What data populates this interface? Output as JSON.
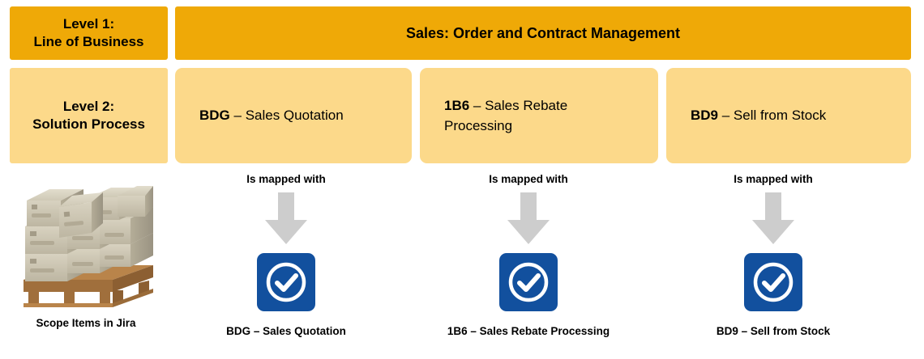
{
  "levels": {
    "level1": {
      "label": "Level 1:\nLine of Business",
      "label_line1": "Level 1:",
      "label_line2": "Line of Business",
      "value": "Sales: Order and Contract Management",
      "color": "#EFA907"
    },
    "level2": {
      "label_line1": "Level 2:",
      "label_line2": "Solution Process",
      "color": "#FCD98A",
      "items": [
        {
          "code": "BDG",
          "separator": " – ",
          "name": "Sales Quotation"
        },
        {
          "code": "1B6",
          "separator": " – ",
          "name": "Sales Rebate Processing"
        },
        {
          "code": "BD9",
          "separator": " – ",
          "name": "Sell from Stock"
        }
      ]
    }
  },
  "mapping": {
    "relation_label": "Is mapped with",
    "arrow_color": "#CDCDCD",
    "tile_color": "#12509E",
    "tile_icon": "check-circle-icon",
    "columns": [
      {
        "relation": "Is mapped with",
        "caption": "BDG – Sales Quotation"
      },
      {
        "relation": "Is mapped with",
        "caption": "1B6 – Sales Rebate Processing"
      },
      {
        "relation": "Is mapped with",
        "caption": "BD9 – Sell from Stock"
      }
    ]
  },
  "source": {
    "image_name": "pallet-of-boxes-image",
    "caption": "Scope Items in Jira"
  }
}
